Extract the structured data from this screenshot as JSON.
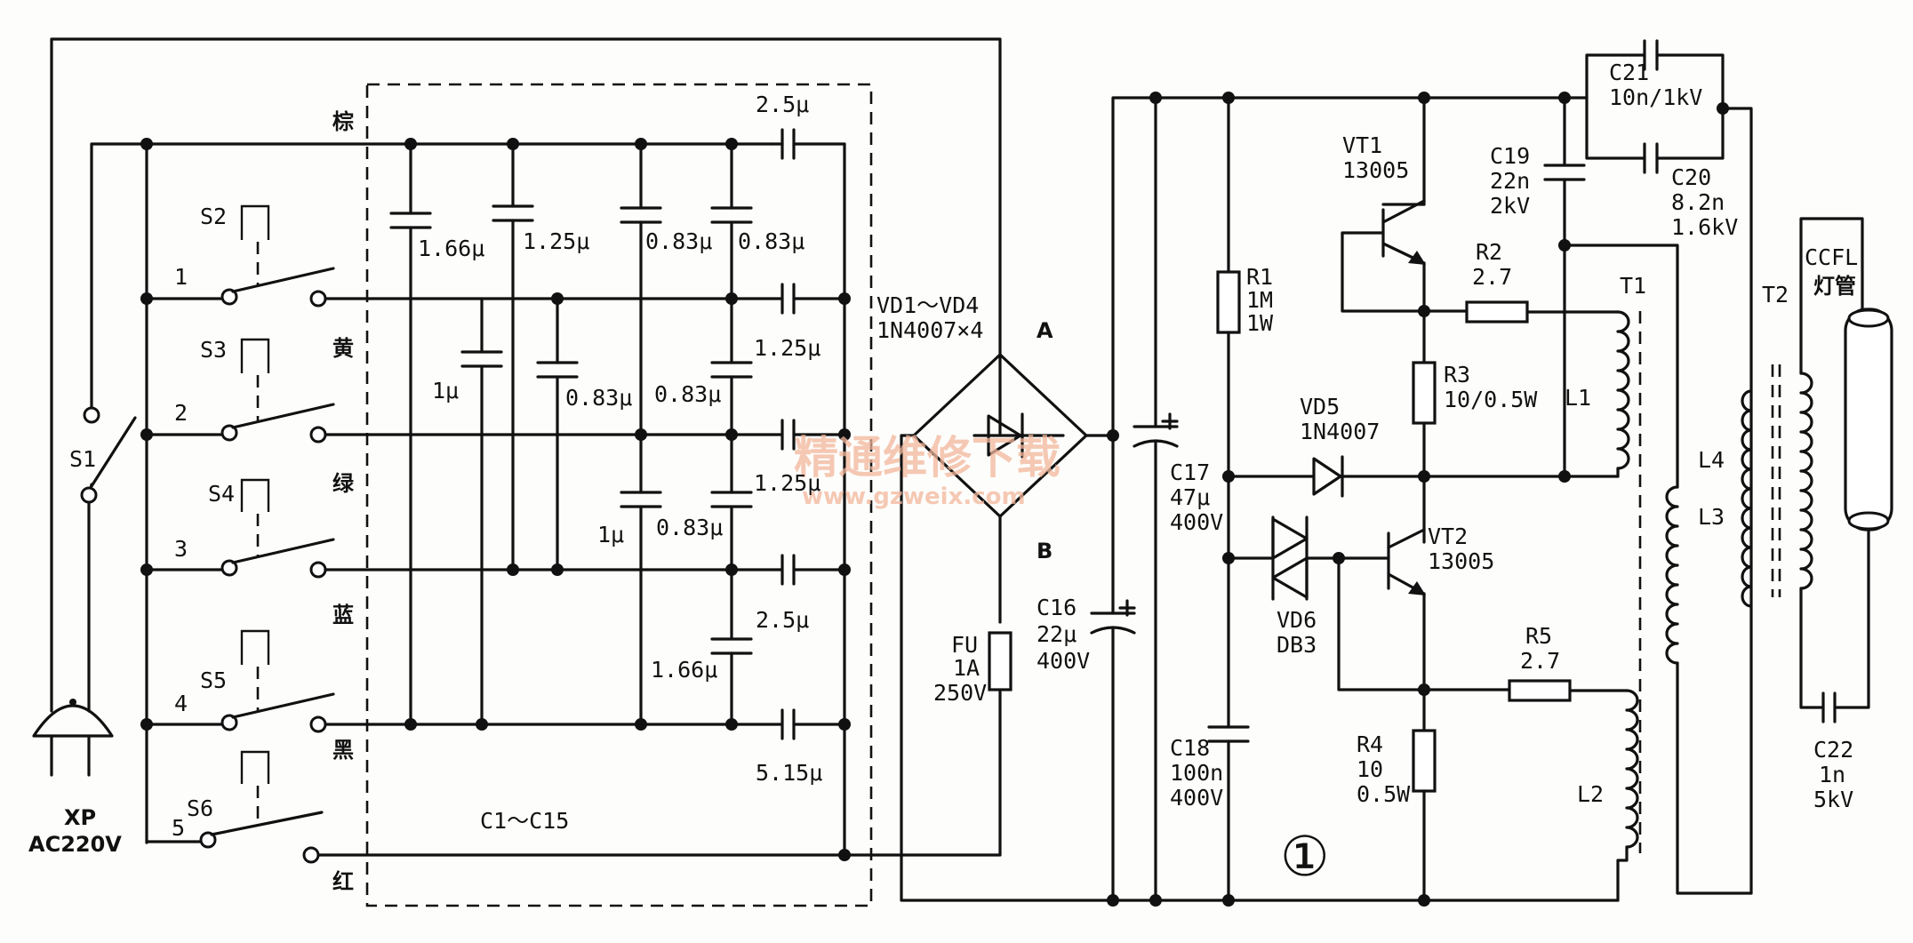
{
  "diagram": {
    "figure_number": "①",
    "watermark": {
      "title": "精通维修下载",
      "url": "www.gzweix.com"
    },
    "colors": {
      "wire": "#111111",
      "background": "#fdfdfb",
      "watermark": "#f3b79b"
    },
    "plug": {
      "name": "XP",
      "spec": "AC220V"
    },
    "switches": [
      {
        "name": "S1"
      },
      {
        "name": "S2",
        "pos": "1"
      },
      {
        "name": "S3",
        "pos": "2"
      },
      {
        "name": "S4",
        "pos": "3"
      },
      {
        "name": "S5",
        "pos": "4"
      },
      {
        "name": "S6",
        "pos": "5"
      }
    ],
    "wire_colors": [
      "棕",
      "黄",
      "绿",
      "蓝",
      "黑",
      "红"
    ],
    "capacitor_group": "C1～C15",
    "capacitor_values": [
      "2.5μ",
      "1.66μ",
      "1.25μ",
      "0.83μ",
      "0.83μ",
      "1μ",
      "0.83μ",
      "1.25μ",
      "0.83μ",
      "1.25μ",
      "1μ",
      "0.83μ",
      "2.5μ",
      "1.66μ",
      "5.15μ"
    ],
    "bridge": {
      "name": "VD1～VD4",
      "spec": "1N4007×4",
      "node_a": "A",
      "node_b": "B"
    },
    "fuse": {
      "name": "FU",
      "rating": "1A",
      "voltage": "250V"
    },
    "c16": {
      "name": "C16",
      "value": "22μ",
      "voltage": "400V"
    },
    "c17": {
      "name": "C17",
      "value": "47μ",
      "voltage": "400V"
    },
    "r1": {
      "name": "R1",
      "value": "1M",
      "power": "1W"
    },
    "c18": {
      "name": "C18",
      "value": "100n",
      "voltage": "400V"
    },
    "vd5": {
      "name": "VD5",
      "spec": "1N4007"
    },
    "vd6": {
      "name": "VD6",
      "spec": "DB3"
    },
    "vt1": {
      "name": "VT1",
      "spec": "13005"
    },
    "vt2": {
      "name": "VT2",
      "spec": "13005"
    },
    "r2": {
      "name": "R2",
      "value": "2.7"
    },
    "r3": {
      "name": "R3",
      "value": "10/0.5W"
    },
    "r4": {
      "name": "R4",
      "value": "10",
      "power": "0.5W"
    },
    "r5": {
      "name": "R5",
      "value": "2.7"
    },
    "c19": {
      "name": "C19",
      "value": "22n",
      "voltage": "2kV"
    },
    "c20": {
      "name": "C20",
      "value": "8.2n",
      "voltage": "1.6kV"
    },
    "c21": {
      "name": "C21",
      "value": "10n/1kV"
    },
    "c22": {
      "name": "C22",
      "value": "1n",
      "voltage": "5kV"
    },
    "t1": {
      "name": "T1",
      "l1": "L1",
      "l2": "L2"
    },
    "t2": {
      "name": "T2",
      "l3": "L3",
      "l4": "L4"
    },
    "lamp": {
      "name": "CCFL",
      "label": "灯管"
    }
  }
}
